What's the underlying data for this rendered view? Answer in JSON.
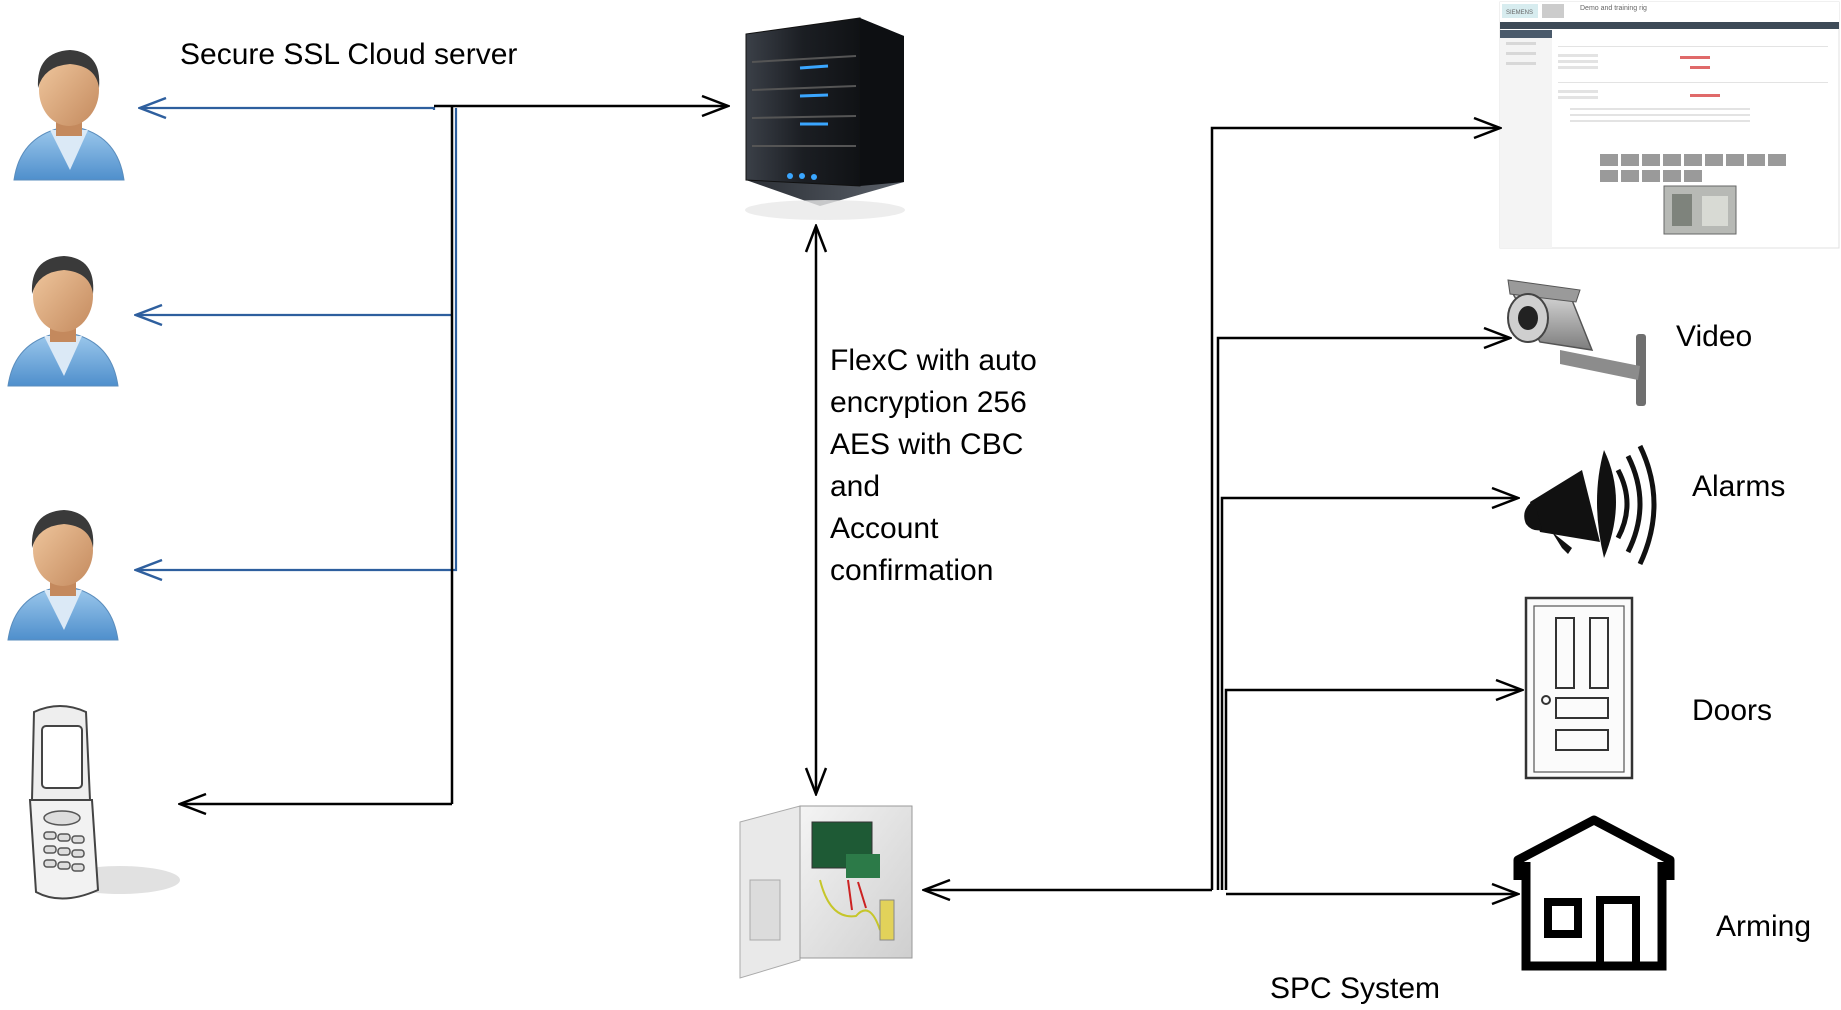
{
  "labels": {
    "cloud_server": "Secure SSL Cloud server",
    "flexc_lines": [
      "FlexC with auto",
      "encryption 256",
      "AES with CBC",
      "and",
      "Account",
      "confirmation"
    ],
    "video": "Video",
    "alarms": "Alarms",
    "doors": "Doors",
    "arming": "Arming",
    "spc_system": "SPC System"
  },
  "screenshot": {
    "brand": "SIEMENS",
    "title": "Demo and training rig"
  },
  "icons": {
    "user": "user-icon",
    "phone": "flip-phone-icon",
    "server": "server-icon",
    "panel": "control-panel-icon",
    "camera": "cctv-camera-icon",
    "alarm": "megaphone-icon",
    "door": "door-icon",
    "house": "house-icon"
  },
  "colors": {
    "blue_line": "#2e5f9e",
    "black_line": "#000000",
    "user_shirt": "#6ea6d8",
    "server_accent": "#3aa6ff"
  }
}
